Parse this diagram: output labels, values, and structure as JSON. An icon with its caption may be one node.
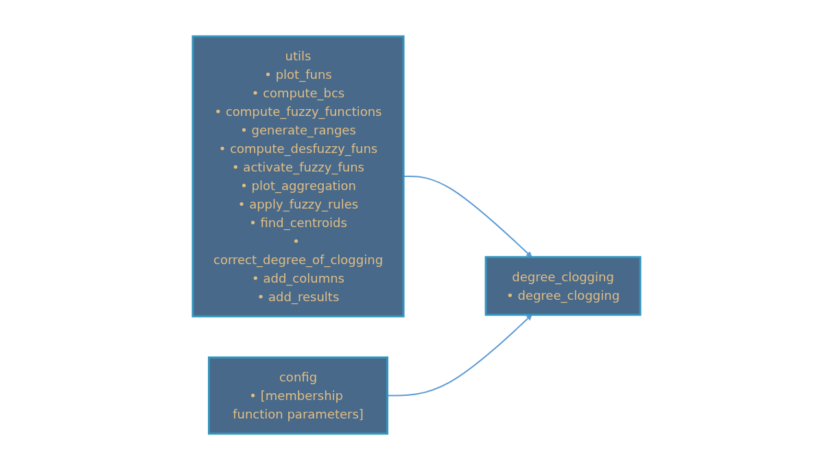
{
  "diagram": {
    "nodes": [
      {
        "text": [
          "utils",
          "• plot_funs",
          "• compute_bcs",
          "• compute_fuzzy_functions",
          "• generate_ranges",
          "• compute_desfuzzy_funs",
          "• activate_fuzzy_funs",
          "• plot_aggregation",
          "• apply_fuzzy_rules",
          "• find_centroids",
          "• correct_degree_of_clogging",
          "• add_columns",
          "• add_results"
        ]
      },
      {
        "text": [
          "degree_clogging",
          "• degree_clogging"
        ]
      },
      {
        "text": [
          "config",
          "• [membership function parameters]"
        ]
      }
    ],
    "edges": [
      {
        "from": 0,
        "to": 1,
        "arrow": "to"
      },
      {
        "from": 2,
        "to": 1,
        "arrow": "to"
      }
    ]
  }
}
